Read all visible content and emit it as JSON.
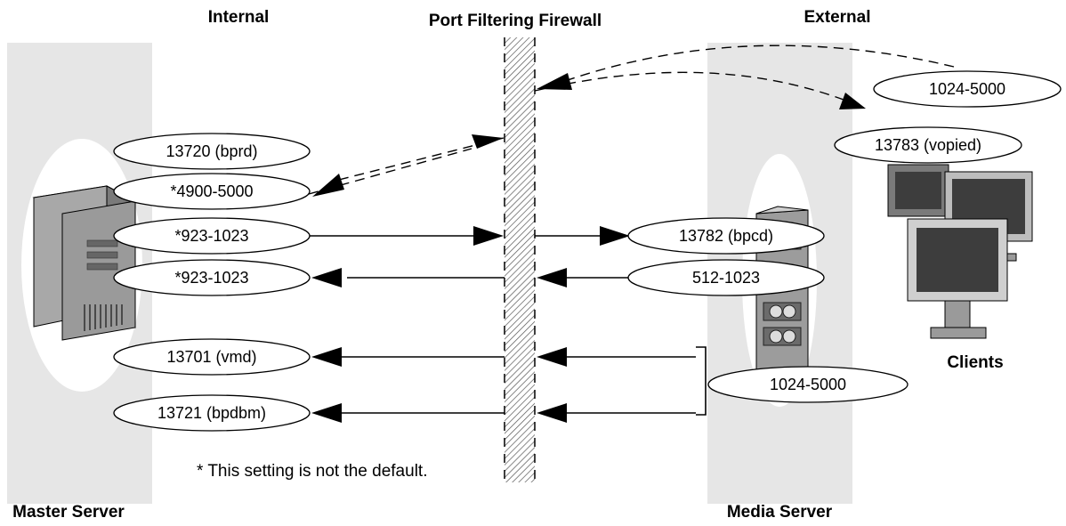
{
  "headers": {
    "internal": "Internal",
    "firewall": "Port Filtering Firewall",
    "external": "External"
  },
  "zones": {
    "master": "Master Server",
    "media": "Media Server",
    "clients": "Clients"
  },
  "ports": {
    "bprd": "13720 (bprd)",
    "range_4900": "*4900-5000",
    "m923_out": "*923-1023",
    "m923_in": "*923-1023",
    "vmd": "13701 (vmd)",
    "bpdbm": "13721 (bpdbm)",
    "bpcd": "13782 (bpcd)",
    "r512": "512-1023",
    "media_range": "1024-5000",
    "client_range": "1024-5000",
    "vopied": "13783 (vopied)"
  },
  "footnote": "* This setting is not the default.",
  "icons": [
    "tower-server-icon",
    "tape-library-icon",
    "client-monitor-icon"
  ],
  "colors": {
    "zone_bg": "#e6e6e6",
    "oval_fill": "#ffffff",
    "line": "#000000"
  }
}
